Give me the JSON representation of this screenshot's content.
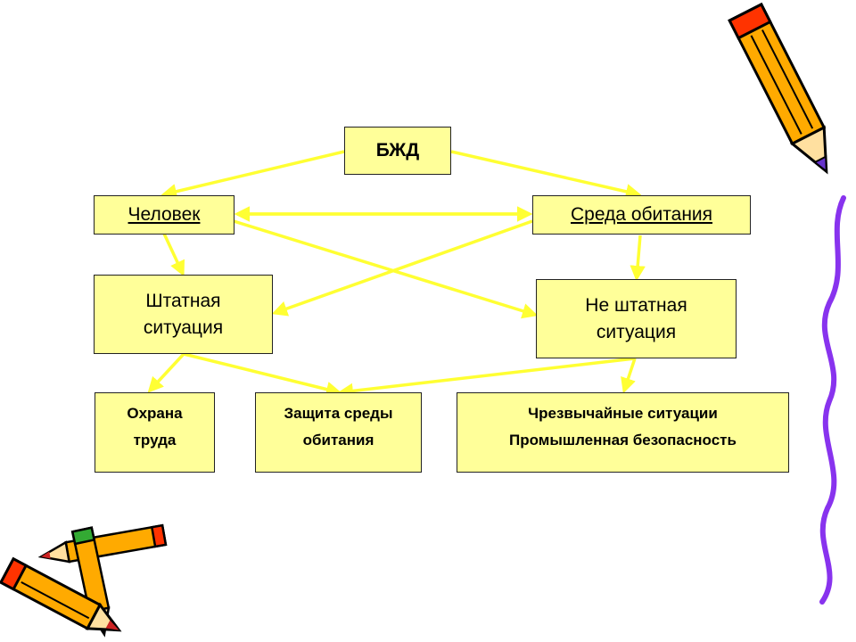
{
  "diagram": {
    "root": "БЖД",
    "human": "Человек",
    "environment": "Среда обитания",
    "normal_situation": "Штатная\nситуация",
    "abnormal_situation": "Не штатная\nситуация",
    "labor_protection": "Охрана\nтруда",
    "environment_protection": "Защита среды\nобитания",
    "emergencies": "Чрезвычайные ситуации\nПромышленная безопасность"
  },
  "colors": {
    "box_fill": "#ffff99",
    "arrow": "#ffff33",
    "wave": "#8833ee",
    "pencil_body": "#ffaa00"
  },
  "icons": [
    "pencil-icon",
    "pencil-icon",
    "pencil-icon",
    "pencil-icon"
  ]
}
